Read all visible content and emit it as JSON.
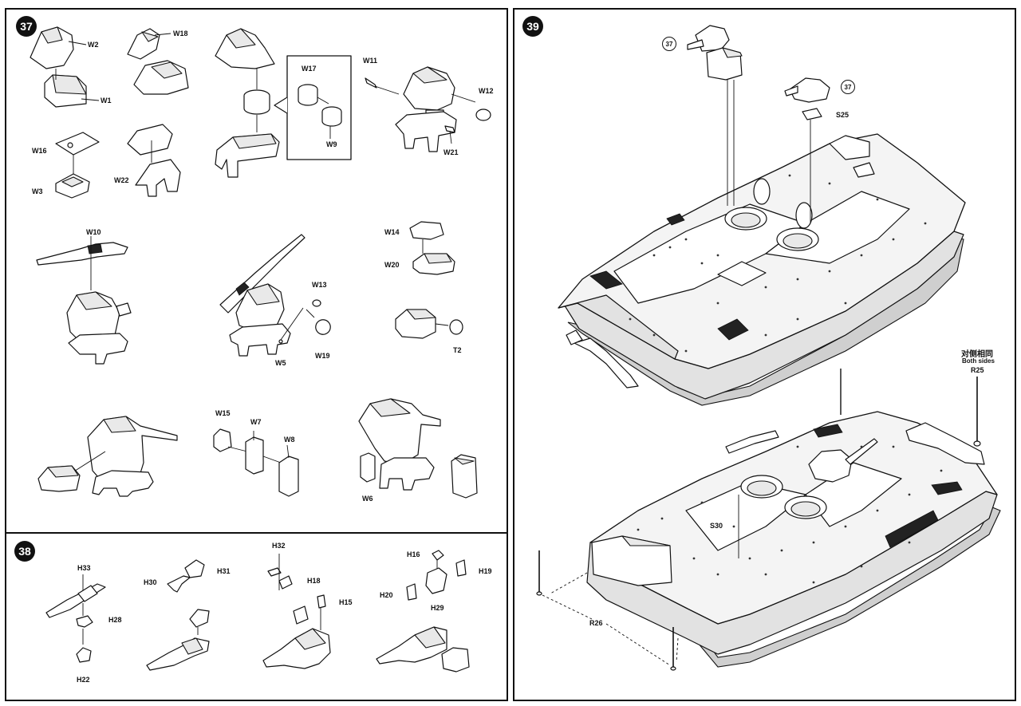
{
  "steps": {
    "s37": "37",
    "s38": "38",
    "s39": "39"
  },
  "labels37": {
    "w2": "W2",
    "w1": "W1",
    "w18": "W18",
    "w17": "W17",
    "w9": "W9",
    "w11": "W11",
    "w12": "W12",
    "w21": "W21",
    "w16": "W16",
    "w3": "W3",
    "w22": "W22",
    "w10": "W10",
    "w13": "W13",
    "w5": "W5",
    "w19": "W19",
    "w14": "W14",
    "w20": "W20",
    "t2": "T2",
    "w15": "W15",
    "w7": "W7",
    "w8": "W8",
    "w6": "W6"
  },
  "labels38": {
    "h33": "H33",
    "h28": "H28",
    "h22": "H22",
    "h30": "H30",
    "h31": "H31",
    "h32": "H32",
    "h18": "H18",
    "h15": "H15",
    "h16": "H16",
    "h19": "H19",
    "h20": "H20",
    "h29": "H29"
  },
  "labels39": {
    "ref_a": "37",
    "ref_b": "37",
    "s25": "S25",
    "s30": "S30",
    "both_cn": "对侧相同",
    "both_en": "Both sides",
    "r25": "R25",
    "r26": "R26"
  }
}
